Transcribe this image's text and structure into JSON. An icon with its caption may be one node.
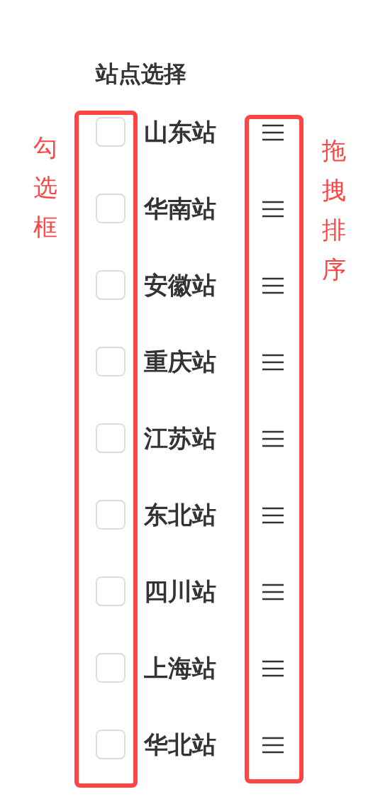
{
  "diagram": {
    "title": "站点选择",
    "nodes": [
      {
        "text": [],
        "shape": "box",
        "beside": [
          "勾选框"
        ]
      },
      {
        "text": [],
        "shape": "box",
        "beside": [
          "拖拽排序"
        ]
      }
    ],
    "labels": [
      "山东站",
      "华南站",
      "安徽站",
      "重庆站",
      "江苏站",
      "东北站",
      "四川站",
      "上海站",
      "华北站"
    ]
  }
}
